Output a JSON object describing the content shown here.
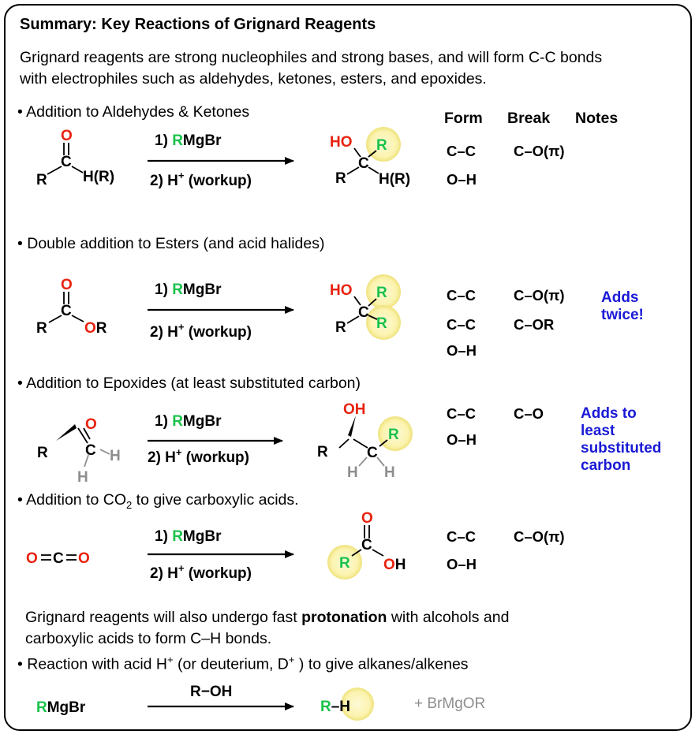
{
  "title": "Summary: Key Reactions of Grignard Reagents",
  "intro": {
    "line1": "Grignard reagents are strong nucleophiles and strong bases, and will form C-C bonds",
    "line2": "with electrophiles such as aldehydes, ketones, esters, and epoxides."
  },
  "headers": {
    "form": "Form",
    "break": "Break",
    "notes": "Notes"
  },
  "reagents": {
    "step1_num": "1) ",
    "step1_R": "R",
    "step1_rest": "MgBr",
    "step2_main": "2) H",
    "step2_sup": "+",
    "step2_rest": " (workup)"
  },
  "sections": [
    {
      "bullet": "• Addition to Aldehydes & Ketones",
      "form": [
        "C–C",
        "O–H"
      ],
      "break": [
        "C–O(π)"
      ],
      "note": []
    },
    {
      "bullet": "• Double addition to Esters (and acid halides)",
      "form": [
        "C–C",
        "C–C",
        "O–H"
      ],
      "break": [
        "C–O(π)",
        "C–OR"
      ],
      "note": [
        "Adds",
        "twice!"
      ]
    },
    {
      "bullet": "• Addition to Epoxides (at least substituted carbon)",
      "form": [
        "C–C",
        "O–H"
      ],
      "break": [
        "C–O"
      ],
      "note": [
        "Adds to",
        "least",
        "substituted",
        "carbon"
      ]
    },
    {
      "bullet_main": "• Addition to CO",
      "bullet_sub": "2",
      "bullet_rest": " to give carboxylic acids.",
      "form": [
        "C–C",
        "O–H"
      ],
      "break": [
        "C–O(π)"
      ],
      "note": []
    }
  ],
  "protonation": {
    "line1_pre": "Grignard reagents will also undergo fast ",
    "line1_bold": "protonation",
    "line1_post": " with alcohols and",
    "line2": "carboxylic acids to form C–H bonds.",
    "bullet_main": "• Reaction with acid H",
    "bullet_sup1": "+",
    "bullet_mid": " (or deuterium, D",
    "bullet_sup2": "+",
    "bullet_end": " ) to give alkanes/alkenes",
    "reagent_R": "R",
    "reagent_rest": "MgBr",
    "arrow_label": "R−OH",
    "product_R": "R",
    "product_H": "–H",
    "byproduct": "+ BrMgOR"
  },
  "atoms": {
    "O": "O",
    "C": "C",
    "R": "R",
    "H": "H",
    "HR": "H(R)",
    "HO": "HO",
    "OH": "OH",
    "OR": "OR"
  },
  "colors": {
    "oxygen": "#e8220f",
    "grignard_R": "#19c24a",
    "note": "#1a1ad6",
    "highlight": "#fbf4b6",
    "highlight_edge": "#e8d873",
    "gray": "#8e8e8e"
  }
}
